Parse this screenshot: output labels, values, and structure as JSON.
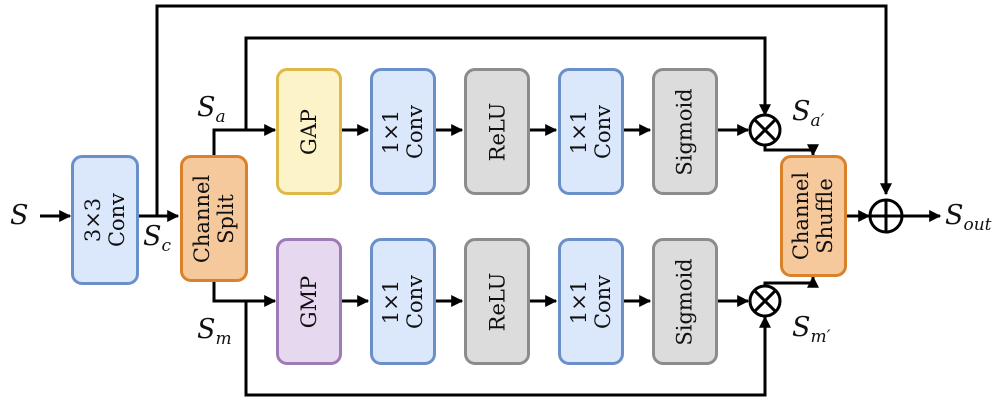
{
  "colors": {
    "conv_fill": "#dbe8fb",
    "conv_border": "#6b8fc9",
    "split_fill": "#f6c99d",
    "split_border": "#d9822b",
    "gap_fill": "#fdf3c9",
    "gap_border": "#dfb84a",
    "gmp_fill": "#e6d8ef",
    "gmp_border": "#9d7bb5",
    "gray_fill": "#dcdcdc",
    "gray_border": "#8c8c8c",
    "line": "#000000"
  },
  "blocks": {
    "conv3x3": {
      "line1": "3×3",
      "line2": "Conv"
    },
    "split": {
      "line1": "Channel",
      "line2": "Split"
    },
    "gap": {
      "line1": "GAP"
    },
    "gmp": {
      "line1": "GMP"
    },
    "top_conv1": {
      "line1": "1×1",
      "line2": "Conv"
    },
    "top_relu": {
      "line1": "ReLU"
    },
    "top_conv2": {
      "line1": "1×1",
      "line2": "Conv"
    },
    "top_sigmoid": {
      "line1": "Sigmoid"
    },
    "bot_conv1": {
      "line1": "1×1",
      "line2": "Conv"
    },
    "bot_relu": {
      "line1": "ReLU"
    },
    "bot_conv2": {
      "line1": "1×1",
      "line2": "Conv"
    },
    "bot_sigmoid": {
      "line1": "Sigmoid"
    },
    "shuffle": {
      "line1": "Channel",
      "line2": "Shuffle"
    }
  },
  "symbols": {
    "input": {
      "base": "S",
      "sub": ""
    },
    "sc": {
      "base": "S",
      "sub": "c"
    },
    "sa": {
      "base": "S",
      "sub": "a"
    },
    "sm": {
      "base": "S",
      "sub": "m"
    },
    "sa_prime": {
      "base": "S",
      "sub": "a′"
    },
    "sm_prime": {
      "base": "S",
      "sub": "m′"
    },
    "output": {
      "base": "S",
      "sub": "out"
    }
  },
  "operators": {
    "multiply_icon": "circled-times",
    "add_icon": "circled-plus"
  }
}
